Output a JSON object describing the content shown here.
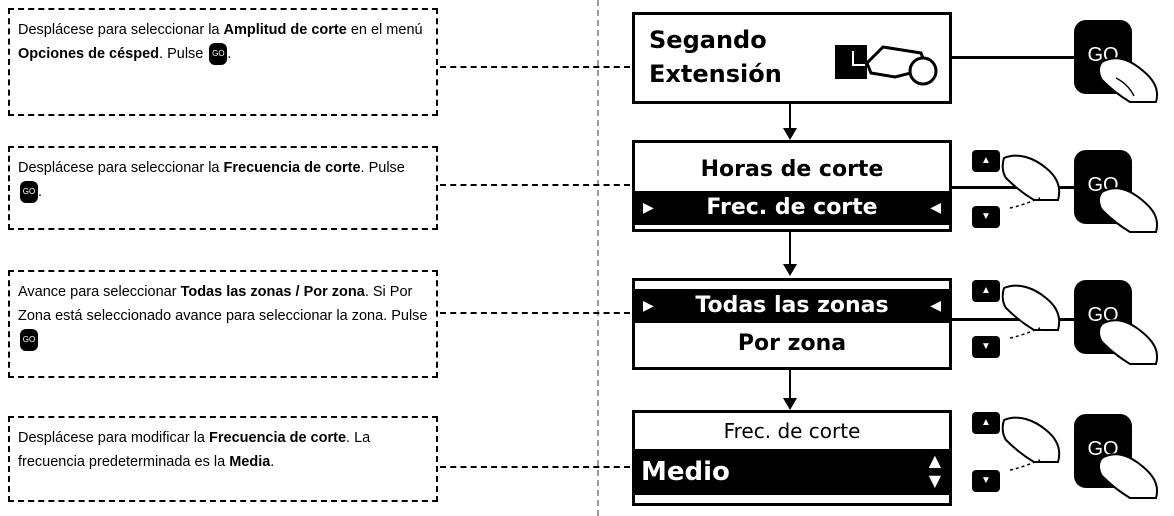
{
  "steps": [
    {
      "instruction": {
        "prefix": "Desplácese para seleccionar la ",
        "bold1": "Amplitud de corte",
        "mid": " en el menú ",
        "bold2": "Opciones de césped",
        "suffix": ". Pulse"
      },
      "screen": {
        "line1": "Segando",
        "line2": "Extensión"
      }
    },
    {
      "instruction": {
        "prefix": "Desplácese para seleccionar la ",
        "bold1": "Frecuencia de corte",
        "suffix": ". Pulse"
      },
      "screen": {
        "line1": "Horas de corte",
        "line2": "Frec. de corte"
      }
    },
    {
      "instruction": {
        "prefix": "Avance para seleccionar ",
        "bold1": "Todas las zonas / Por zona",
        "suffix": ". Si Por Zona está seleccionado avance para seleccionar la zona. Pulse"
      },
      "screen": {
        "line1": "Todas las zonas",
        "line2": "Por zona"
      }
    },
    {
      "instruction": {
        "prefix": "Desplácese para modificar la ",
        "bold1": "Frecuencia de corte",
        "mid": ". La frecuencia predeterminada es la ",
        "bold2": "Media",
        "suffix": "."
      },
      "screen": {
        "line1": "Frec. de corte",
        "line2": "Medio"
      }
    }
  ],
  "go_label": "GO",
  "icons": [
    "go-button-icon",
    "up-button-icon",
    "down-button-icon",
    "pressing-hand-icon",
    "mower-icon"
  ]
}
